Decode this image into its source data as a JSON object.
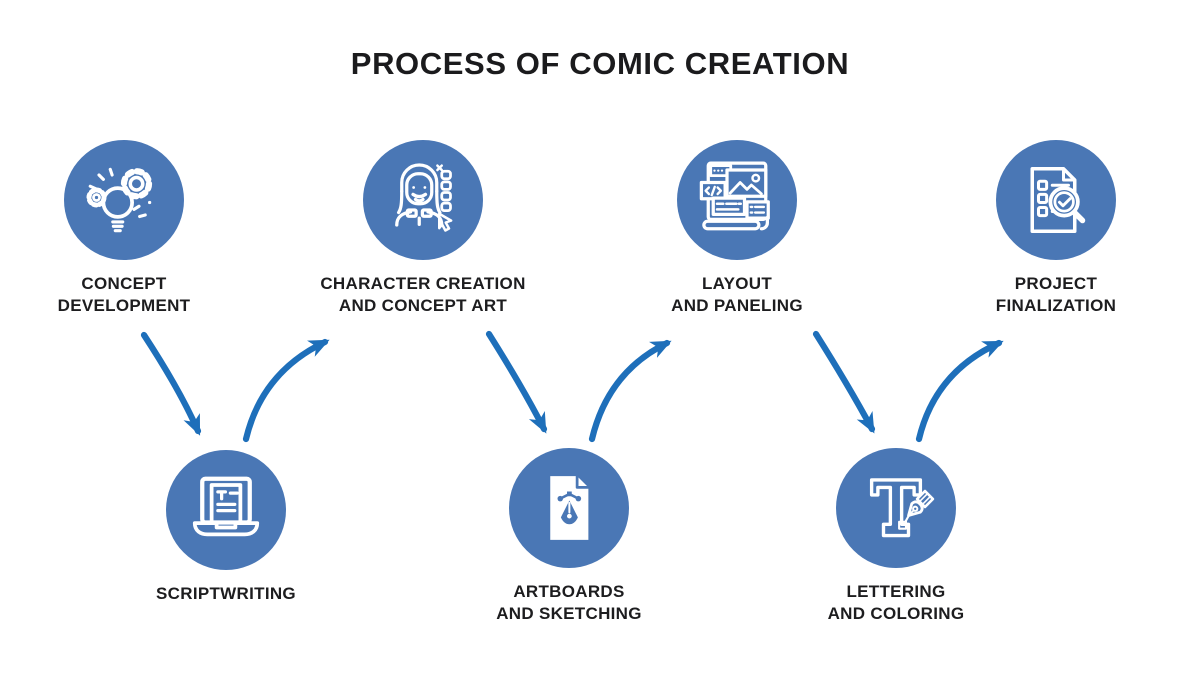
{
  "title": "PROCESS OF COMIC CREATION",
  "colors": {
    "circle_fill": "#4a77b5",
    "arrow": "#1e6fba",
    "label_text": "#1d1d1f",
    "icon_stroke": "#ffffff",
    "background": "#ffffff"
  },
  "steps": [
    {
      "id": "concept-development",
      "icon": "idea-gears-icon",
      "label_lines": [
        "CONCEPT",
        "DEVELOPMENT"
      ]
    },
    {
      "id": "scriptwriting",
      "icon": "script-laptop-icon",
      "label_lines": [
        "SCRIPTWRITING"
      ]
    },
    {
      "id": "character-creation",
      "icon": "character-portrait-icon",
      "label_lines": [
        "CHARACTER CREATION",
        "AND CONCEPT ART"
      ]
    },
    {
      "id": "artboards-sketching",
      "icon": "pen-artboard-icon",
      "label_lines": [
        "ARTBOARDS",
        "AND SKETCHING"
      ]
    },
    {
      "id": "layout-paneling",
      "icon": "layout-panels-icon",
      "label_lines": [
        "LAYOUT",
        "AND PANELING"
      ]
    },
    {
      "id": "lettering-coloring",
      "icon": "letter-t-pen-icon",
      "label_lines": [
        "LETTERING",
        "AND COLORING"
      ]
    },
    {
      "id": "project-finalization",
      "icon": "checklist-magnifier-icon",
      "label_lines": [
        "PROJECT",
        "FINALIZATION"
      ]
    }
  ],
  "flow": [
    {
      "from": "concept-development",
      "to": "scriptwriting"
    },
    {
      "from": "scriptwriting",
      "to": "character-creation"
    },
    {
      "from": "character-creation",
      "to": "artboards-sketching"
    },
    {
      "from": "artboards-sketching",
      "to": "layout-paneling"
    },
    {
      "from": "layout-paneling",
      "to": "lettering-coloring"
    },
    {
      "from": "lettering-coloring",
      "to": "project-finalization"
    }
  ]
}
